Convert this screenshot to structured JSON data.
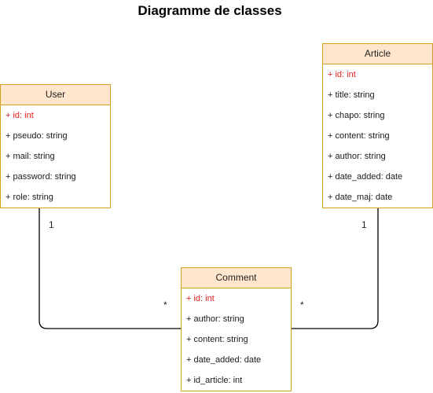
{
  "title": "Diagramme de classes",
  "classes": {
    "user": {
      "name": "User",
      "attributes": [
        "+ id: int",
        "+ pseudo: string",
        "+ mail: string",
        "+ password: string",
        "+ role: string"
      ]
    },
    "article": {
      "name": "Article",
      "attributes": [
        "+ id: int",
        "+ title: string",
        "+ chapo: string",
        "+ content: string",
        "+ author: string",
        "+ date_added: date",
        "+ date_maj: date"
      ]
    },
    "comment": {
      "name": "Comment",
      "attributes": [
        "+ id: int",
        "+ author: string",
        "+ content: string",
        "+ date_added: date",
        "+ id_article: int"
      ]
    }
  },
  "associations": {
    "user_comment": {
      "source_multiplicity": "1",
      "target_multiplicity": "*"
    },
    "article_comment": {
      "source_multiplicity": "1",
      "target_multiplicity": "*"
    }
  },
  "colors": {
    "header_fill": "#ffe6cc",
    "border": "#d6a020",
    "key_attribute": "#e02020"
  }
}
